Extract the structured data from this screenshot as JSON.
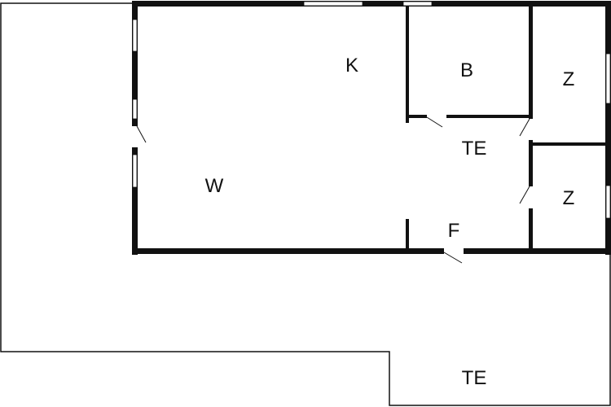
{
  "floorplan": {
    "rooms": {
      "kitchen": "K",
      "bathroom": "B",
      "bedroom_1": "Z",
      "bedroom_2": "Z",
      "hallway": "TE",
      "living": "W",
      "entrance": "F",
      "terrace": "TE"
    },
    "colors": {
      "wall": "#111111",
      "background": "#ffffff"
    }
  }
}
